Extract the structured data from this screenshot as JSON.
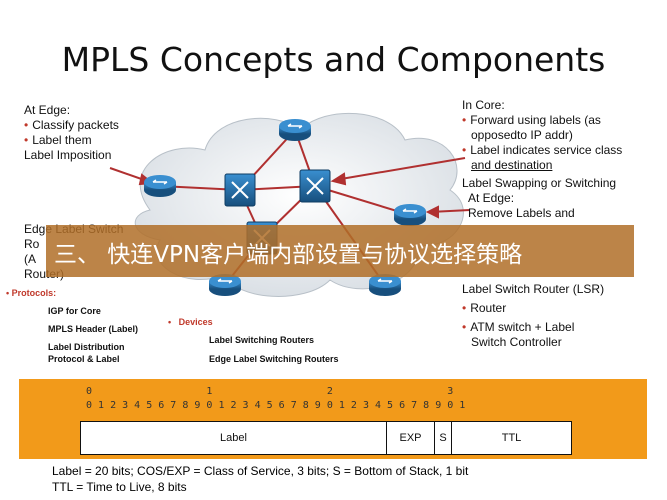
{
  "title": "MPLS Concepts and Components",
  "edge": {
    "heading": "At Edge:",
    "items": [
      "Classify packets",
      "Label them"
    ],
    "imposition": "Label Imposition"
  },
  "core": {
    "heading": "In Core:",
    "item1_line1": "Forward using labels (as",
    "item1_line2": "opposedto IP addr)",
    "item2_line1": "Label indicates service class",
    "item2_line2": "and destination",
    "swapping": "Label Swapping or Switching",
    "at_edge": "At Edge:",
    "remove": "Remove Labels and"
  },
  "ler": {
    "line1": "Edge Label Switch",
    "line2": "Ro",
    "line3": "(A",
    "line4": "Router)"
  },
  "banner": "三、 快连VPN客户端内部设置与协议选择策略",
  "protocols": {
    "heading": "Protocols:",
    "items": [
      "IGP for Core",
      "MPLS Header (Label)",
      "Label Distribution",
      "Protocol & Label"
    ]
  },
  "devices": {
    "heading": "Devices",
    "items": [
      "Label Switching Routers",
      "Edge Label Switching Routers"
    ]
  },
  "lsr": {
    "heading": "Label Switch Router (LSR)",
    "item1": "Router",
    "item2_line1": "ATM switch + Label",
    "item2_line2": "Switch Controller"
  },
  "header_bits": {
    "row1": "0                   1                   2                   3",
    "row2": "0 1 2 3 4 5 6 7 8 9 0 1 2 3 4 5 6 7 8 9 0 1 2 3 4 5 6 7 8 9 0 1",
    "fields": [
      "Label",
      "EXP",
      "S",
      "TTL"
    ]
  },
  "notes": {
    "line1": "Label = 20 bits; COS/EXP = Class of Service, 3 bits; S = Bottom of Stack, 1 bit",
    "line2": "TTL = Time to Live, 8 bits"
  },
  "colors": {
    "accent_red": "#c0392b",
    "router_blue": "#1f6fa8",
    "link_red": "#b03030",
    "orange": "#f29a1a"
  }
}
